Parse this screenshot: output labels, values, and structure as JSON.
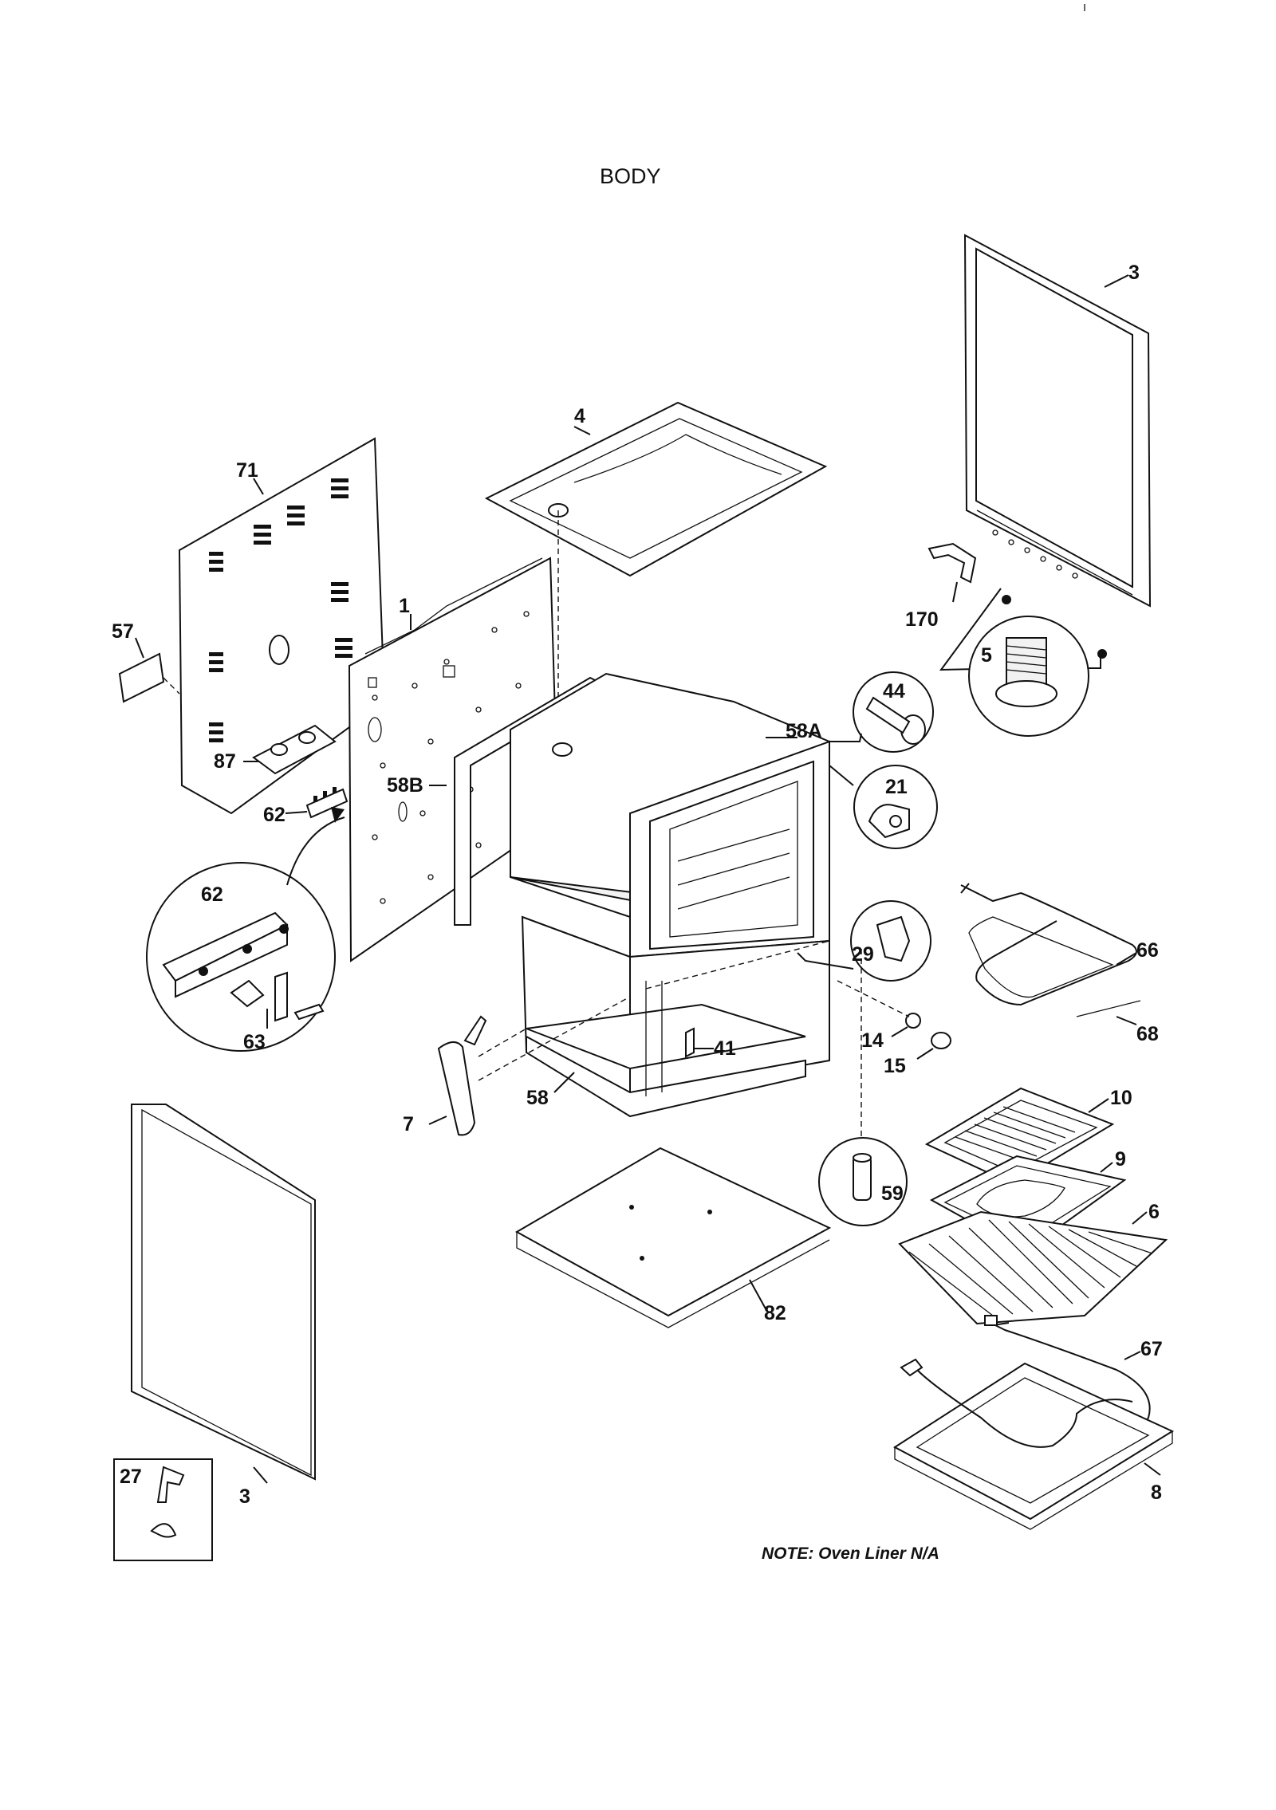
{
  "title": "BODY",
  "note": "NOTE:  Oven Liner N/A",
  "callouts": {
    "c1": "1",
    "c3a": "3",
    "c3b": "3",
    "c4": "4",
    "c5": "5",
    "c6": "6",
    "c7": "7",
    "c8": "8",
    "c9": "9",
    "c10": "10",
    "c14": "14",
    "c15": "15",
    "c21": "21",
    "c27": "27",
    "c29": "29",
    "c41": "41",
    "c44": "44",
    "c57": "57",
    "c58": "58",
    "c58a": "58A",
    "c58b": "58B",
    "c59": "59",
    "c62a": "62",
    "c62b": "62",
    "c63": "63",
    "c66": "66",
    "c67": "67",
    "c68": "68",
    "c71": "71",
    "c82": "82",
    "c87": "87",
    "c170": "170"
  },
  "icons": {
    "side_panel": "side-panel-icon",
    "back_panel": "back-panel-icon",
    "top_panel": "top-panel-icon",
    "oven_cavity": "oven-cavity-icon",
    "broil_pan": "broil-pan-icon",
    "oven_rack": "oven-rack-icon",
    "bake_element": "bake-element-icon",
    "broil_element": "broil-element-icon"
  }
}
